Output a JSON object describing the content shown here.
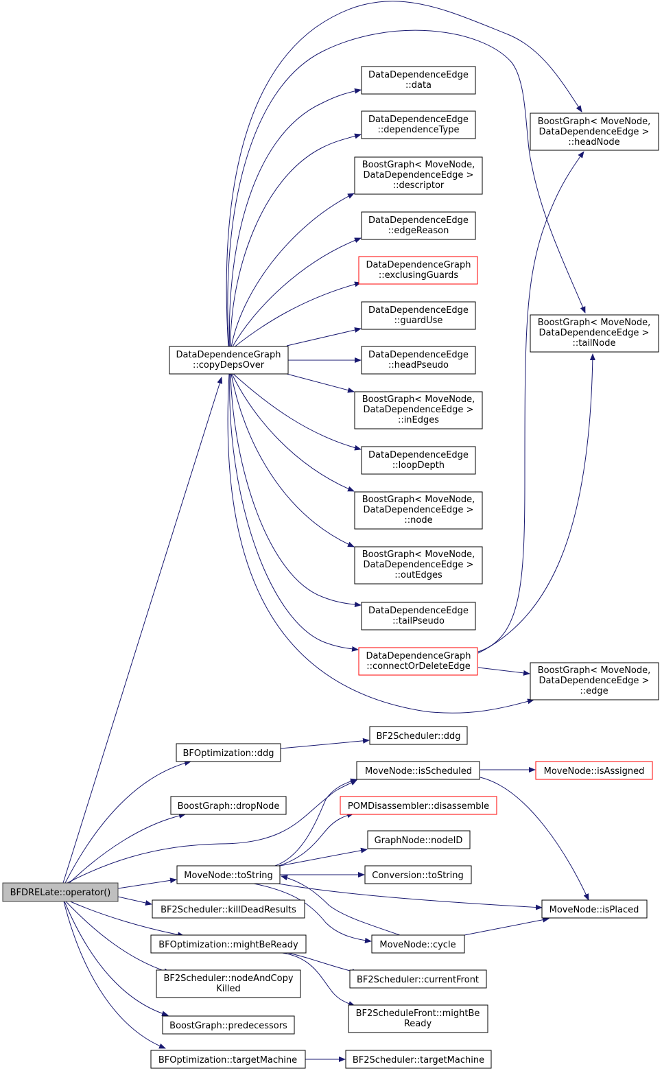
{
  "nodes": {
    "root": [
      "BFDRELate::operator()"
    ],
    "copyDepsOver": [
      "DataDependenceGraph",
      "::copyDepsOver"
    ],
    "dde_data": [
      "DataDependenceEdge",
      "::data"
    ],
    "dde_dependenceType": [
      "DataDependenceEdge",
      "::dependenceType"
    ],
    "bg_descriptor": [
      "BoostGraph< MoveNode,",
      "DataDependenceEdge >",
      "::descriptor"
    ],
    "dde_edgeReason": [
      "DataDependenceEdge",
      "::edgeReason"
    ],
    "ddg_exclusingGuards": [
      "DataDependenceGraph",
      "::exclusingGuards"
    ],
    "dde_guardUse": [
      "DataDependenceEdge",
      "::guardUse"
    ],
    "dde_headPseudo": [
      "DataDependenceEdge",
      "::headPseudo"
    ],
    "bg_inEdges": [
      "BoostGraph< MoveNode,",
      "DataDependenceEdge >",
      "::inEdges"
    ],
    "dde_loopDepth": [
      "DataDependenceEdge",
      "::loopDepth"
    ],
    "bg_node": [
      "BoostGraph< MoveNode,",
      "DataDependenceEdge >",
      "::node"
    ],
    "bg_outEdges": [
      "BoostGraph< MoveNode,",
      "DataDependenceEdge >",
      "::outEdges"
    ],
    "dde_tailPseudo": [
      "DataDependenceEdge",
      "::tailPseudo"
    ],
    "ddg_connectOrDeleteEdge": [
      "DataDependenceGraph",
      "::connectOrDeleteEdge"
    ],
    "bg_headNode": [
      "BoostGraph< MoveNode,",
      "DataDependenceEdge >",
      "::headNode"
    ],
    "bg_tailNode": [
      "BoostGraph< MoveNode,",
      "DataDependenceEdge >",
      "::tailNode"
    ],
    "bg_edge": [
      "BoostGraph< MoveNode,",
      "DataDependenceEdge >",
      "::edge"
    ],
    "bfopt_ddg": [
      "BFOptimization::ddg"
    ],
    "bf2_ddg": [
      "BF2Scheduler::ddg"
    ],
    "mn_isScheduled": [
      "MoveNode::isScheduled"
    ],
    "mn_isAssigned": [
      "MoveNode::isAssigned"
    ],
    "bg_dropNode": [
      "BoostGraph::dropNode"
    ],
    "pom_disassemble": [
      "POMDisassembler::disassemble"
    ],
    "gn_nodeID": [
      "GraphNode::nodeID"
    ],
    "mn_toString": [
      "MoveNode::toString"
    ],
    "conv_toString": [
      "Conversion::toString"
    ],
    "bf2_killDeadResults": [
      "BF2Scheduler::killDeadResults"
    ],
    "mn_isPlaced": [
      "MoveNode::isPlaced"
    ],
    "bfopt_mightBeReady": [
      "BFOptimization::mightBeReady"
    ],
    "mn_cycle": [
      "MoveNode::cycle"
    ],
    "bf2_nodeAndCopyKilled": [
      "BF2Scheduler::nodeAndCopy",
      "Killed"
    ],
    "bf2_currentFront": [
      "BF2Scheduler::currentFront"
    ],
    "bf2front_mightBeReady": [
      "BF2ScheduleFront::mightBe",
      "Ready"
    ],
    "bg_predecessors": [
      "BoostGraph::predecessors"
    ],
    "bfopt_targetMachine": [
      "BFOptimization::targetMachine"
    ],
    "bf2_targetMachine": [
      "BF2Scheduler::targetMachine"
    ]
  },
  "colors": {
    "edge": "#191970",
    "normal_border": "#000000",
    "incomplete_border": "#ff0000",
    "root_fill": "#bfbfbf"
  },
  "edges": [
    [
      "root",
      "copyDepsOver"
    ],
    [
      "root",
      "bfopt_ddg"
    ],
    [
      "root",
      "mn_isScheduled"
    ],
    [
      "root",
      "bg_dropNode"
    ],
    [
      "root",
      "mn_toString"
    ],
    [
      "root",
      "bf2_killDeadResults"
    ],
    [
      "root",
      "bfopt_mightBeReady"
    ],
    [
      "root",
      "bf2_nodeAndCopyKilled"
    ],
    [
      "root",
      "bg_predecessors"
    ],
    [
      "root",
      "bfopt_targetMachine"
    ],
    [
      "copyDepsOver",
      "dde_data"
    ],
    [
      "copyDepsOver",
      "dde_dependenceType"
    ],
    [
      "copyDepsOver",
      "bg_descriptor"
    ],
    [
      "copyDepsOver",
      "dde_edgeReason"
    ],
    [
      "copyDepsOver",
      "ddg_exclusingGuards"
    ],
    [
      "copyDepsOver",
      "dde_guardUse"
    ],
    [
      "copyDepsOver",
      "dde_headPseudo"
    ],
    [
      "copyDepsOver",
      "bg_inEdges"
    ],
    [
      "copyDepsOver",
      "dde_loopDepth"
    ],
    [
      "copyDepsOver",
      "bg_node"
    ],
    [
      "copyDepsOver",
      "bg_outEdges"
    ],
    [
      "copyDepsOver",
      "dde_tailPseudo"
    ],
    [
      "copyDepsOver",
      "ddg_connectOrDeleteEdge"
    ],
    [
      "copyDepsOver",
      "bg_headNode"
    ],
    [
      "copyDepsOver",
      "bg_tailNode"
    ],
    [
      "copyDepsOver",
      "bg_edge"
    ],
    [
      "ddg_connectOrDeleteEdge",
      "bg_headNode"
    ],
    [
      "ddg_connectOrDeleteEdge",
      "bg_tailNode"
    ],
    [
      "ddg_connectOrDeleteEdge",
      "bg_edge"
    ],
    [
      "bfopt_ddg",
      "bf2_ddg"
    ],
    [
      "mn_isScheduled",
      "mn_isAssigned"
    ],
    [
      "mn_isScheduled",
      "mn_isPlaced"
    ],
    [
      "mn_toString",
      "mn_isScheduled"
    ],
    [
      "mn_toString",
      "pom_disassemble"
    ],
    [
      "mn_toString",
      "gn_nodeID"
    ],
    [
      "mn_toString",
      "conv_toString"
    ],
    [
      "mn_toString",
      "mn_isPlaced"
    ],
    [
      "mn_toString",
      "mn_cycle"
    ],
    [
      "mn_cycle",
      "mn_toString"
    ],
    [
      "mn_cycle",
      "mn_isPlaced"
    ],
    [
      "bfopt_mightBeReady",
      "bf2_currentFront"
    ],
    [
      "bfopt_mightBeReady",
      "bf2front_mightBeReady"
    ],
    [
      "bfopt_targetMachine",
      "bf2_targetMachine"
    ]
  ]
}
